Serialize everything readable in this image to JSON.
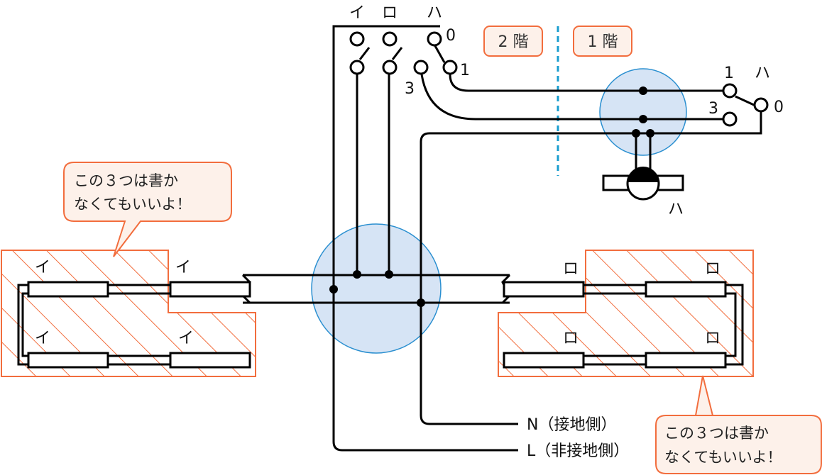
{
  "colors": {
    "wire": "#000000",
    "box_fill": "#d6e4f5",
    "box_stroke": "#2a8fd0",
    "hatch": "#f26d3d",
    "callout_fill": "#fdf1ea",
    "callout_stroke": "#f26d3d",
    "floor_divider": "#1a9ecf"
  },
  "switch_top": {
    "labels": [
      "イ",
      "ロ",
      "ハ"
    ],
    "threeway_terminals": [
      "0",
      "1",
      "3"
    ]
  },
  "switch_right": {
    "label": "ハ",
    "terminals": [
      "1",
      "3",
      "0"
    ]
  },
  "lamp": {
    "label": "ハ"
  },
  "floors": {
    "upper": "2 階",
    "lower": "1 階"
  },
  "fixtures": {
    "left": {
      "labels": [
        "イ",
        "イ",
        "イ",
        "イ"
      ]
    },
    "right": {
      "labels": [
        "ロ",
        "ロ",
        "ロ",
        "ロ"
      ]
    }
  },
  "supply": {
    "neutral": "N（接地側）",
    "line": "L（非接地側）"
  },
  "notes": {
    "left": [
      "この３つは書か",
      "なくてもいいよ！"
    ],
    "right": [
      "この３つは書か",
      "なくてもいいよ！"
    ]
  }
}
